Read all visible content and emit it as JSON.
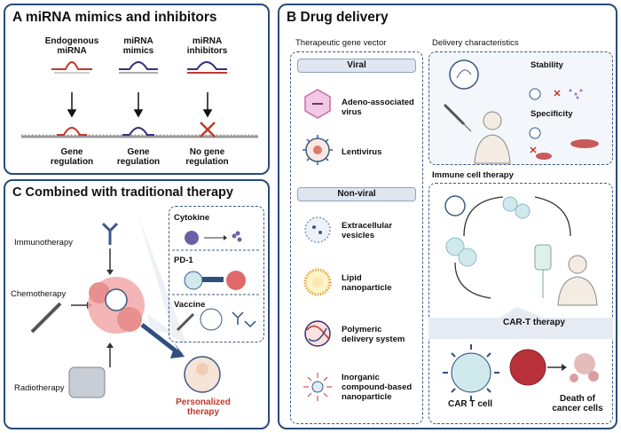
{
  "panel_a": {
    "title": "A  miRNA mimics and inhibitors",
    "columns": [
      {
        "top_label": "Endogenous\nmiRNA",
        "bottom_label": "Gene\nregulation",
        "color": "#c0392b"
      },
      {
        "top_label": "miRNA\nmimics",
        "bottom_label": "Gene\nregulation",
        "color": "#3a2f7a"
      },
      {
        "top_label": "miRNA\ninhibitors",
        "bottom_label": "No gene\nregulation",
        "color": "#c0392b"
      }
    ]
  },
  "panel_b": {
    "title": "B  Drug delivery",
    "vector_header": "Therapeutic gene vector",
    "viral_label": "Viral",
    "viral_items": [
      "Adeno-associated\nvirus",
      "Lentivirus"
    ],
    "nonviral_label": "Non-viral",
    "nonviral_items": [
      "Extracellular\nvesicles",
      "Lipid\nnanoparticle",
      "Polymeric\ndelivery system",
      "Inorganic\ncompound-based\nnanoparticle"
    ],
    "delivery_header": "Delivery characteristics",
    "stability_label": "Stability",
    "specificity_label": "Specificity",
    "immune_header": "Immune cell therapy",
    "cart_label": "CAR-T therapy",
    "cart_cell_label": "CAR T cell",
    "death_label": "Death of\ncancer cells"
  },
  "panel_c": {
    "title": "C  Combined with traditional therapy",
    "therapies": [
      "Immunotherapy",
      "Chemotherapy",
      "Radiotherapy"
    ],
    "inset_items": [
      "Cytokine",
      "PD-1",
      "Vaccine"
    ],
    "personalized": "Personalized\ntherapy"
  },
  "colors": {
    "border": "#2a4a7c",
    "accent_red": "#c0392b",
    "purple": "#3a2f7a",
    "arrow_blue": "#2f4f7f"
  }
}
